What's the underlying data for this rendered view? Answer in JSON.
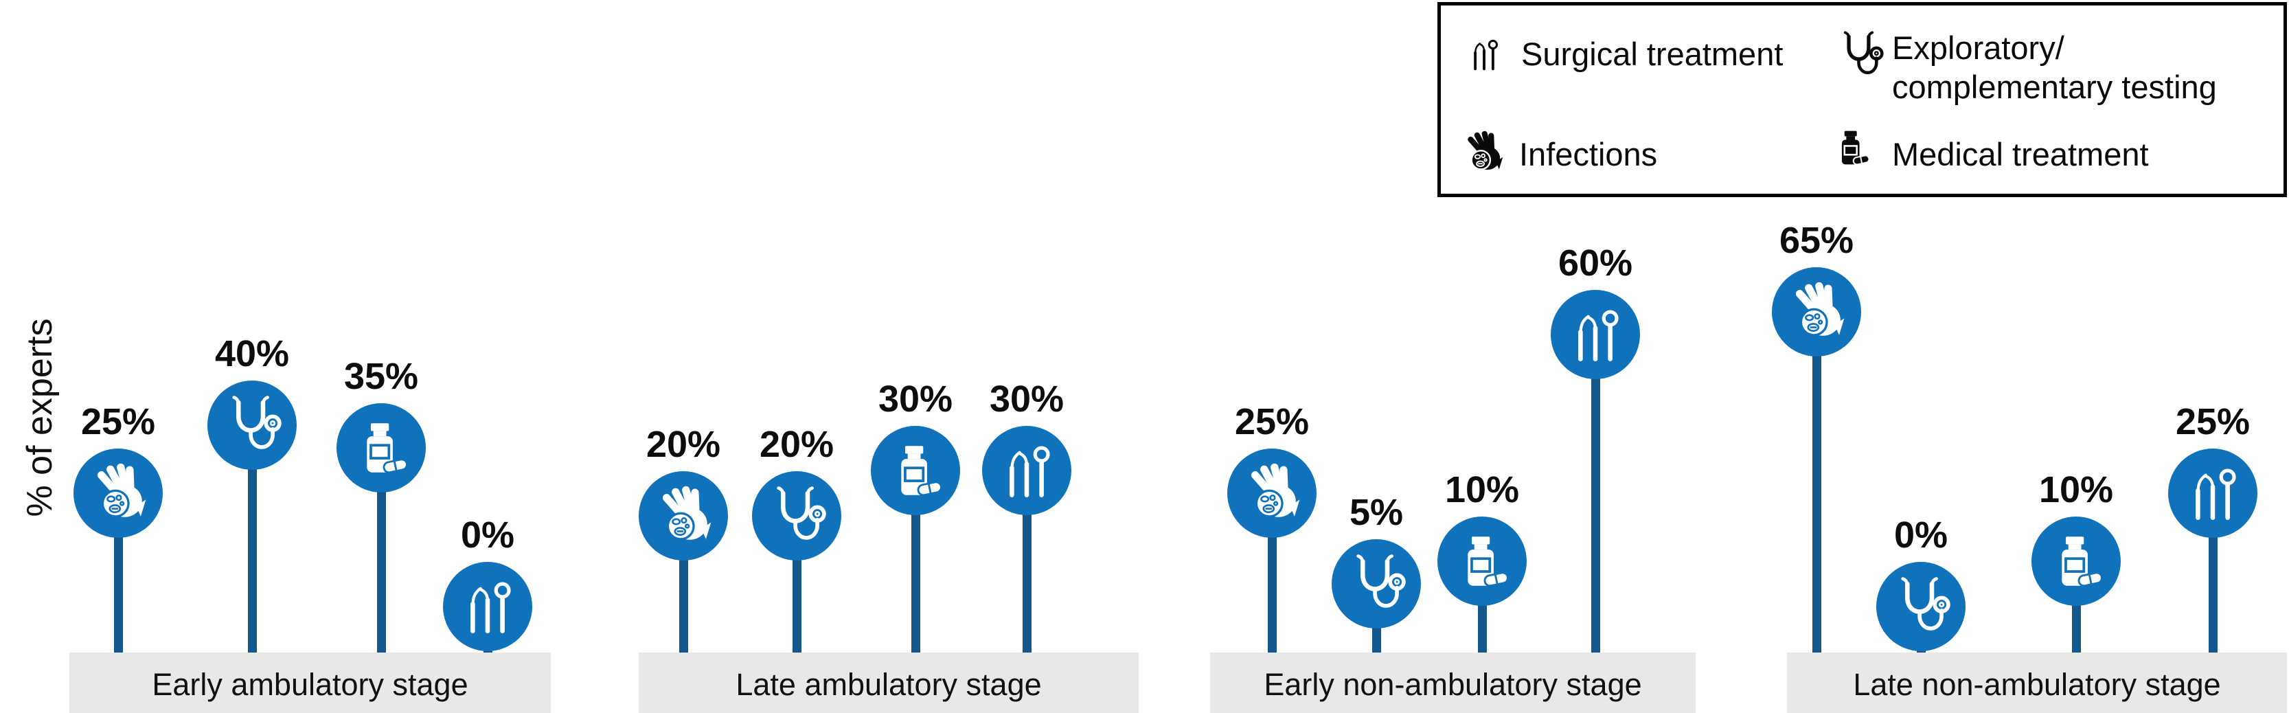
{
  "axis": {
    "y_label": "% of experts"
  },
  "legend": {
    "items": [
      {
        "icon": "surgical",
        "label": "Surgical treatment"
      },
      {
        "icon": "stethoscope",
        "label": "Exploratory/\ncomplementary testing"
      },
      {
        "icon": "infections",
        "label": "Infections"
      },
      {
        "icon": "pills",
        "label": "Medical treatment"
      }
    ]
  },
  "colors": {
    "circle_blue": "#0f72ba",
    "stem_blue": "#15568c",
    "bar_gray": "#e8e8e8",
    "text": "#111111"
  },
  "chart_data": {
    "type": "lollipop-pictogram-bar",
    "title": "",
    "ylabel": "% of experts",
    "unit": "%",
    "ylim": [
      0,
      100
    ],
    "grid": false,
    "legend_position": "top-right",
    "categories": [
      "Infections",
      "Exploratory/complementary testing",
      "Medical treatment",
      "Surgical treatment"
    ],
    "category_icons": [
      "infections",
      "stethoscope",
      "pills",
      "surgical"
    ],
    "groups": [
      {
        "label": "Early ambulatory stage",
        "values": [
          25,
          40,
          35,
          0
        ],
        "value_labels": [
          "25%",
          "40%",
          "35%",
          "0%"
        ]
      },
      {
        "label": "Late ambulatory stage",
        "values": [
          20,
          20,
          30,
          30
        ],
        "value_labels": [
          "20%",
          "20%",
          "30%",
          "30%"
        ]
      },
      {
        "label": "Early non-ambulatory stage",
        "values": [
          25,
          5,
          10,
          60
        ],
        "value_labels": [
          "25%",
          "5%",
          "10%",
          "60%"
        ]
      },
      {
        "label": "Late non-ambulatory stage",
        "values": [
          65,
          0,
          10,
          25
        ],
        "value_labels": [
          "65%",
          "0%",
          "10%",
          "25%"
        ]
      }
    ]
  }
}
